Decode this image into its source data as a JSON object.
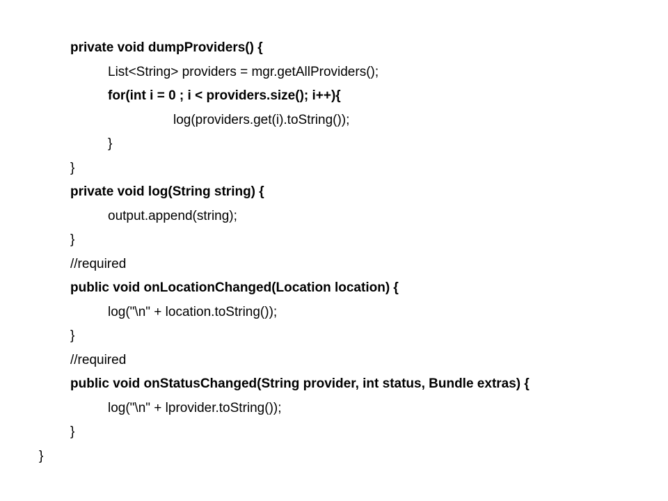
{
  "slide": {
    "lines": [
      {
        "text": "private void dumpProviders() {",
        "weight": "bold"
      },
      {
        "text": "List<String> providers = mgr.getAllProviders();",
        "weight": "normal"
      },
      {
        "text": "for(int i = 0 ; i < providers.size(); i++){",
        "weight": "bold"
      },
      {
        "text": "log(providers.get(i).toString());",
        "weight": "normal"
      },
      {
        "text": "}",
        "weight": "normal"
      },
      {
        "text": "}",
        "weight": "normal"
      },
      {
        "text": "private void log(String string) {",
        "weight": "bold"
      },
      {
        "text": "output.append(string);",
        "weight": "normal"
      },
      {
        "text": "}",
        "weight": "normal"
      },
      {
        "text": "//required",
        "weight": "normal"
      },
      {
        "text": "public void onLocationChanged(Location location) {",
        "weight": "bold"
      },
      {
        "text": "log(\"\\n\" + location.toString());",
        "weight": "normal"
      },
      {
        "text": "}",
        "weight": "normal"
      },
      {
        "text": "//required",
        "weight": "normal"
      },
      {
        "text": "public void onStatusChanged(String provider, int status, Bundle extras) {",
        "weight": "bold"
      },
      {
        "text": "log(\"\\n\" + lprovider.toString());",
        "weight": "normal"
      },
      {
        "text": "}",
        "weight": "normal"
      },
      {
        "text": "}",
        "weight": "normal"
      }
    ]
  }
}
